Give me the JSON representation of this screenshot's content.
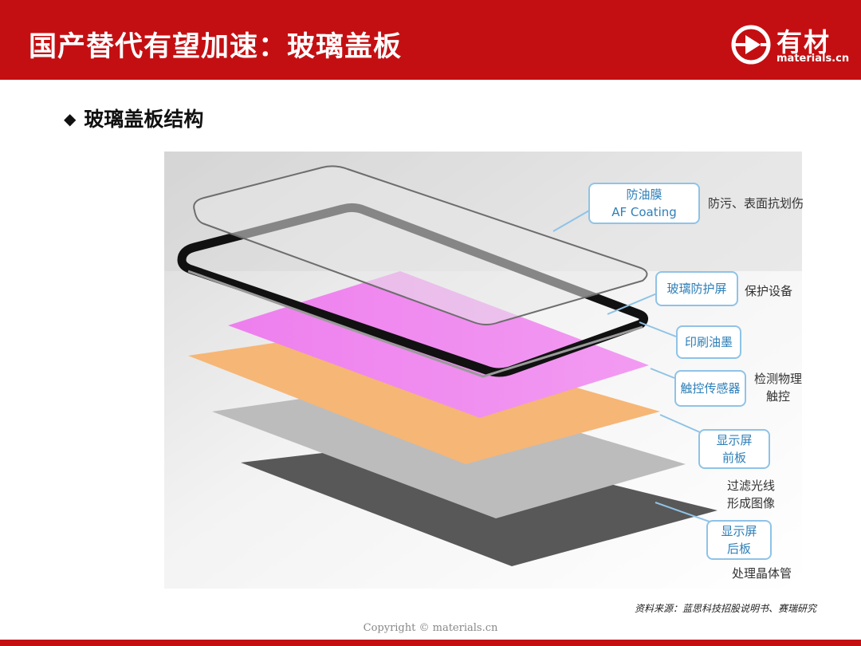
{
  "header": {
    "title": "国产替代有望加速：玻璃盖板",
    "logo_text": "有材",
    "logo_sub": "materials.cn",
    "bg_color": "#c40f12"
  },
  "section": {
    "title": "玻璃盖板结构",
    "bullet_icon": "diamond-icon"
  },
  "callouts": [
    {
      "lines": [
        "防油膜",
        "AF Coating"
      ],
      "desc": [
        "防污、表面抗划伤"
      ]
    },
    {
      "lines": [
        "玻璃防护屏"
      ],
      "desc": [
        "保护设备"
      ]
    },
    {
      "lines": [
        "印刷油墨"
      ],
      "desc": []
    },
    {
      "lines": [
        "触控传感器"
      ],
      "desc": [
        "检测物理",
        "触控"
      ]
    },
    {
      "lines": [
        "显示屏",
        "前板"
      ],
      "desc": [
        "过滤光线",
        "形成图像"
      ]
    },
    {
      "lines": [
        "显示屏",
        "后板"
      ],
      "desc": [
        "处理晶体管"
      ]
    }
  ],
  "source": "资料来源：蓝思科技招股说明书、赛瑞研究",
  "copyright": "Copyright © materials.cn",
  "colors": {
    "callout_border": "#8fc3e6",
    "callout_text": "#2e7fb8",
    "pink_layer": "#ef86f0",
    "orange_layer": "#f5b574",
    "grey_layer": "#b8b8b8",
    "dark_layer": "#565656"
  }
}
